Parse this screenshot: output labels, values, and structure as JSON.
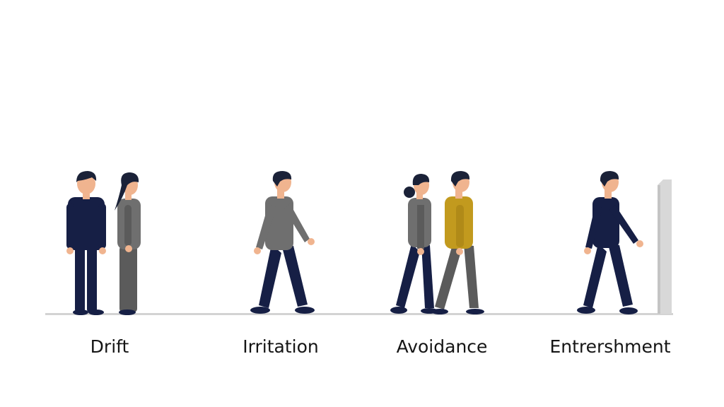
{
  "stages": [
    {
      "id": "drift",
      "label": "Drift"
    },
    {
      "id": "irritation",
      "label": "Irritation"
    },
    {
      "id": "avoidance",
      "label": "Avoidance"
    },
    {
      "id": "entrenchment",
      "label": "Entrershment"
    }
  ],
  "colors": {
    "navy": "#161f45",
    "gray_top": "#6f6f6f",
    "gray_pants": "#5b5b5b",
    "mustard": "#c29a1e",
    "skin": "#f0b48f",
    "hair": "#1b2238",
    "ground": "#d3d3d3",
    "wall": "#d8d8d8",
    "label": "#151515"
  }
}
